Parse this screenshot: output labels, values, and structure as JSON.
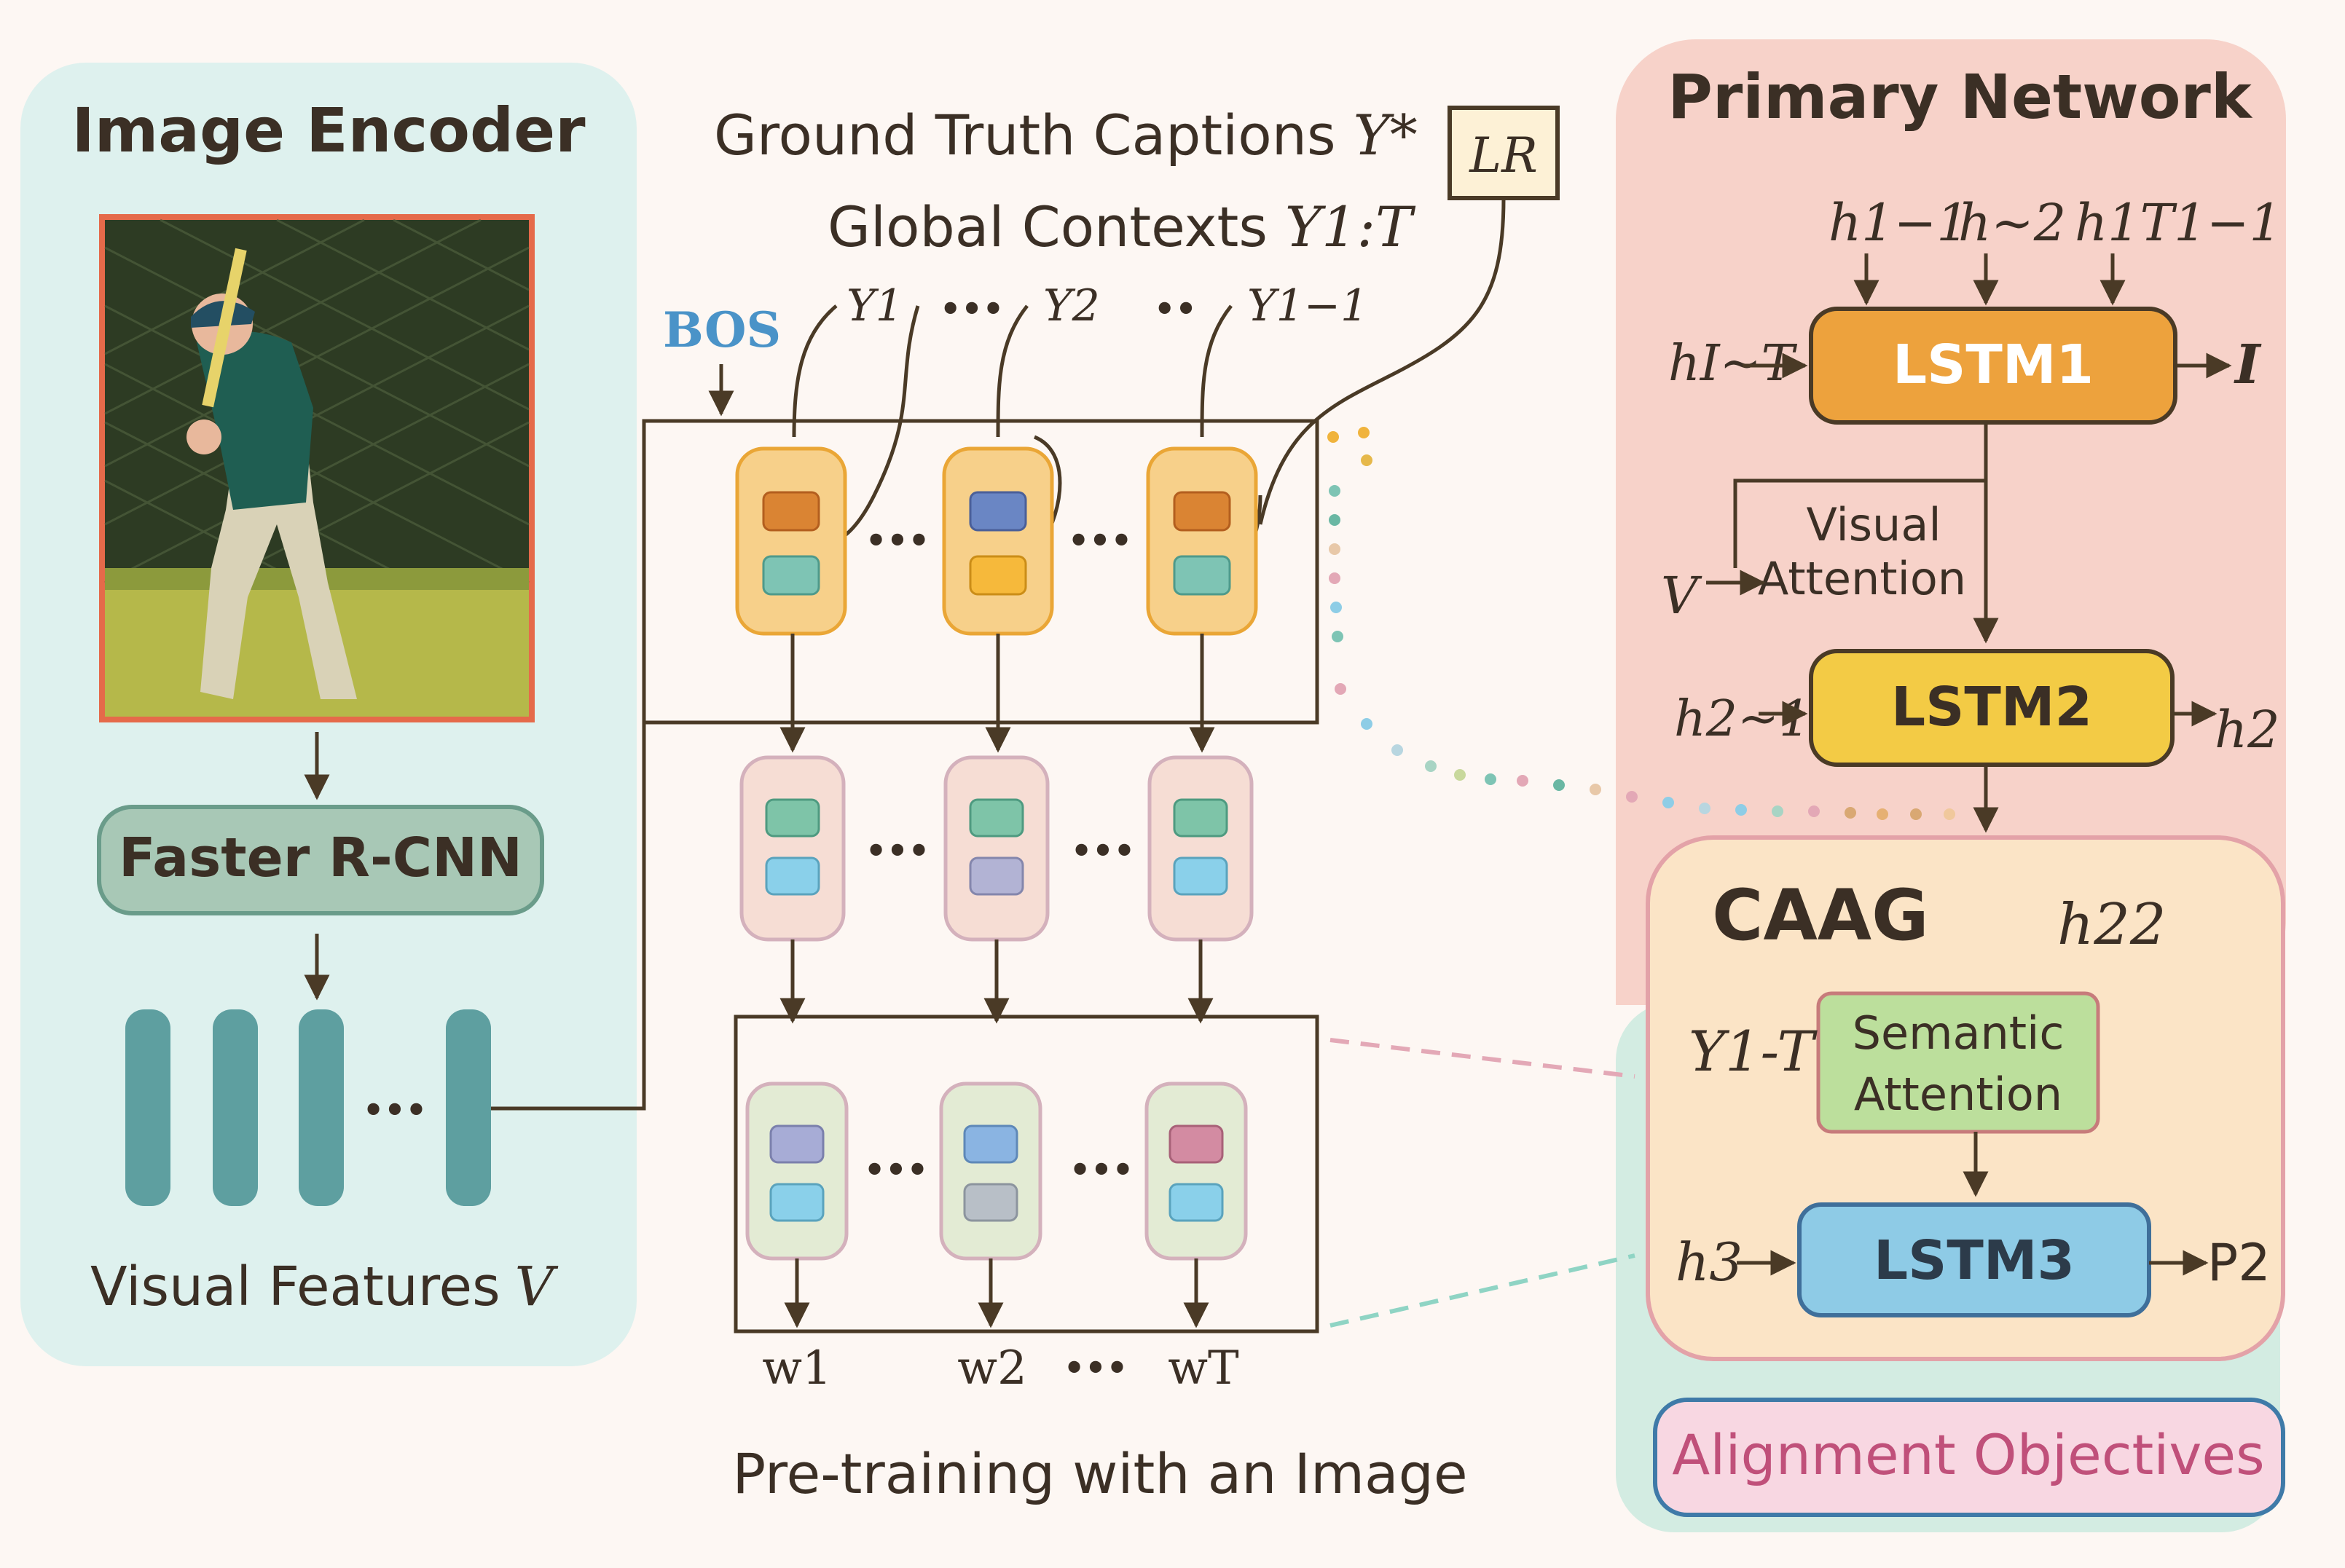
{
  "image_encoder": {
    "title": "Image Encoder",
    "detector_label": "Faster R-CNN",
    "features_label": "Visual Features",
    "features_symbol": "V",
    "ellipsis": "•••"
  },
  "middle": {
    "gt_captions_label": "Ground Truth Captions",
    "gt_captions_symbol": "Y*",
    "global_contexts_label": "Global Contexts",
    "global_contexts_symbol": "Y1:T",
    "loss_label": "LR",
    "bos_label": "BOS",
    "inputs": [
      "Y1",
      "Y2",
      "Y1−1"
    ],
    "input_dots": [
      "•••",
      "••"
    ],
    "outputs": [
      "w1",
      "w2",
      "wT"
    ],
    "output_dots": "•••",
    "caption": "Pre-training with an Image",
    "row_dots": "•••"
  },
  "primary_network": {
    "title": "Primary Network",
    "top_inputs": [
      "h1−1",
      "h~2",
      "h1T1−1"
    ],
    "lstm1_label": "LSTM1",
    "lstm1_left_input": "hI~T",
    "lstm1_output": "I",
    "attention_line1": "Visual",
    "attention_line2": "Attention",
    "attention_input": "V",
    "lstm2_label": "LSTM2",
    "lstm2_left_input": "h2~1",
    "lstm2_output": "h2"
  },
  "caag": {
    "title": "CAAG",
    "hidden_symbol": "h22",
    "semantic_line1": "Semantic",
    "semantic_line2": "Attention",
    "semantic_input": "Y1-T",
    "lstm3_label": "LSTM3",
    "lstm3_input": "h3",
    "lstm3_output": "P2"
  },
  "alignment": {
    "label": "Alignment Objectives"
  },
  "colors": {
    "background": "#fdf7f3",
    "encoder_panel": "#def1ee",
    "primary_panel": "#f7d2c9",
    "caag_panel": "#fbe4c6",
    "alignment_panel": "#d3ece2",
    "lstm1": "#eda23d",
    "lstm2": "#f3cb45",
    "lstm3": "#8ecbe6",
    "semantic": "#bcdf9c",
    "faster_rcnn": "#a8c8b6",
    "feature_bar": "#5e9fa0",
    "bos": "#4a93c8"
  }
}
